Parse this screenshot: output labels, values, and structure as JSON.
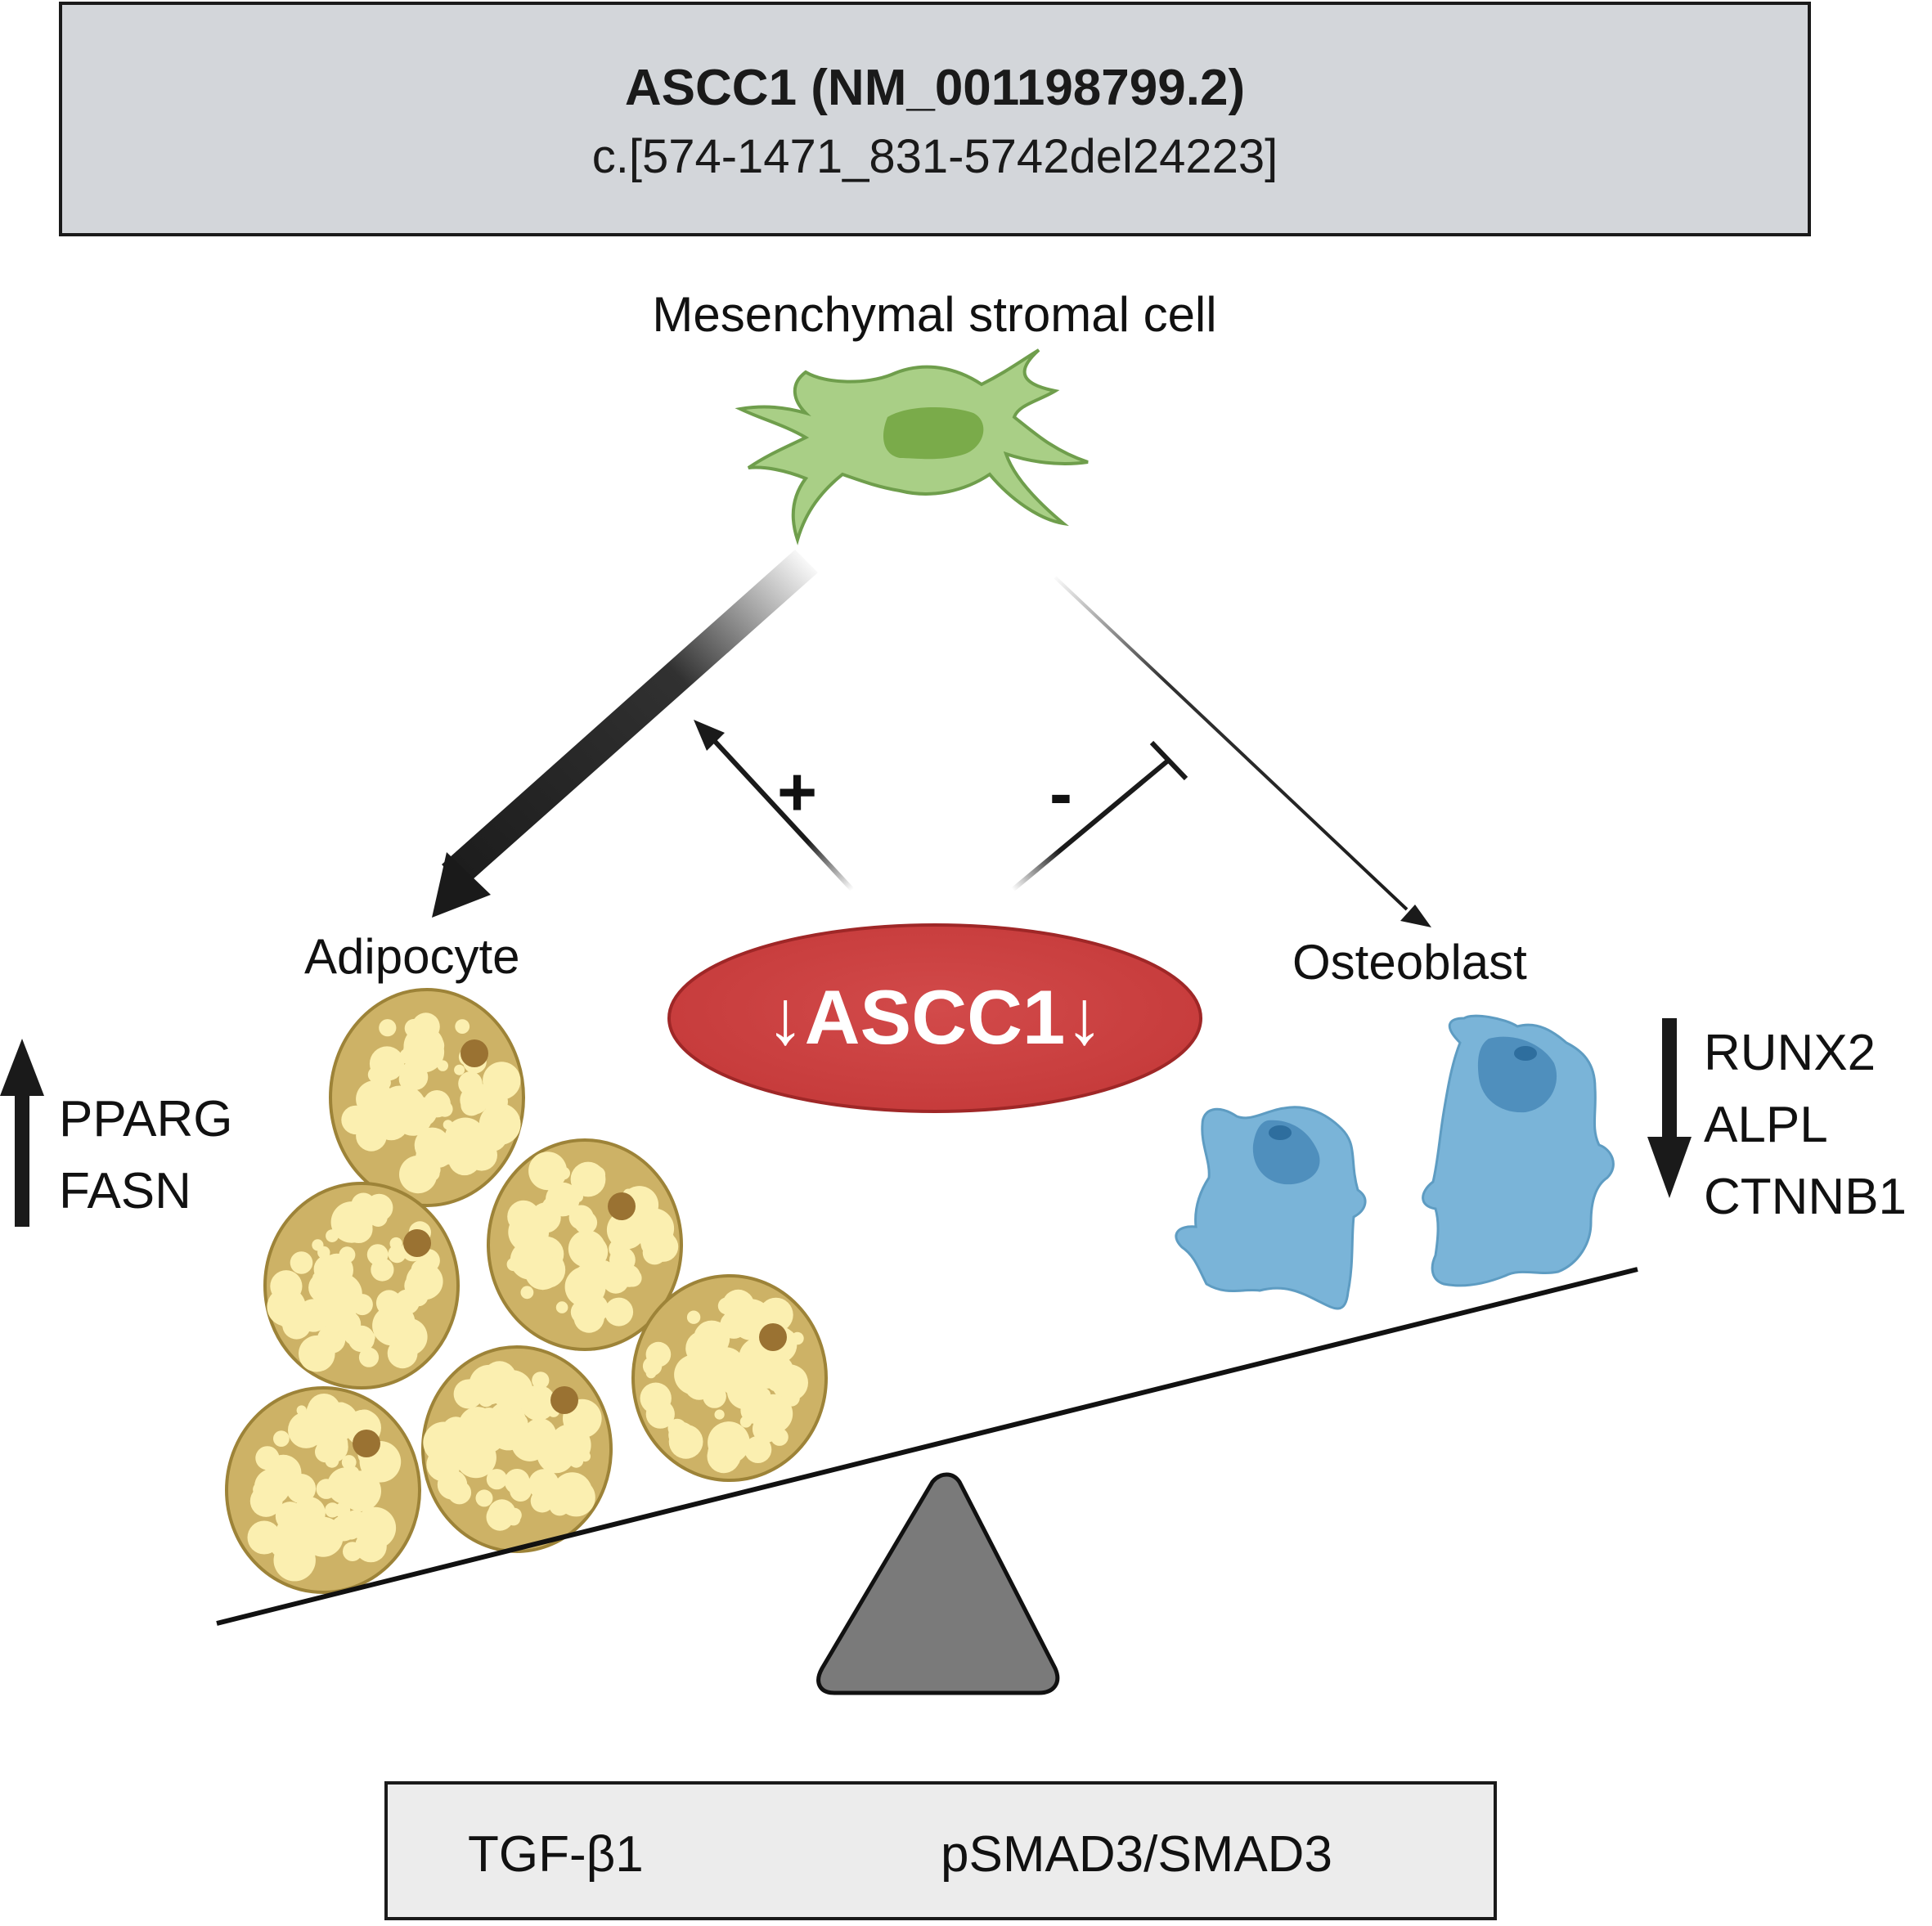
{
  "header": {
    "title": "ASCC1 (NM_001198799.2)",
    "subtitle": "c.[574-1471_831-5742del24223]"
  },
  "msc_label": "Mesenchymal stromal cell",
  "adipocyte": {
    "label": "Adipocyte",
    "genes_up": [
      "PPARG",
      "FASN"
    ]
  },
  "osteoblast": {
    "label": "Osteoblast",
    "genes_down": [
      "RUNX2",
      "ALPL",
      "CTNNB1"
    ]
  },
  "center": {
    "label": "↓ASCC1↓",
    "plus": "+",
    "minus": "-"
  },
  "footer": {
    "left": "TGF-β1",
    "right": "pSMAD3/SMAD3"
  },
  "colors": {
    "msc_green": "#a9cf86",
    "ascc1_red": "#cf4444",
    "adipocyte_tan": "#cdb266",
    "osteoblast_blue": "#7ab4d8",
    "fulcrum_gray": "#7a7a7a"
  }
}
